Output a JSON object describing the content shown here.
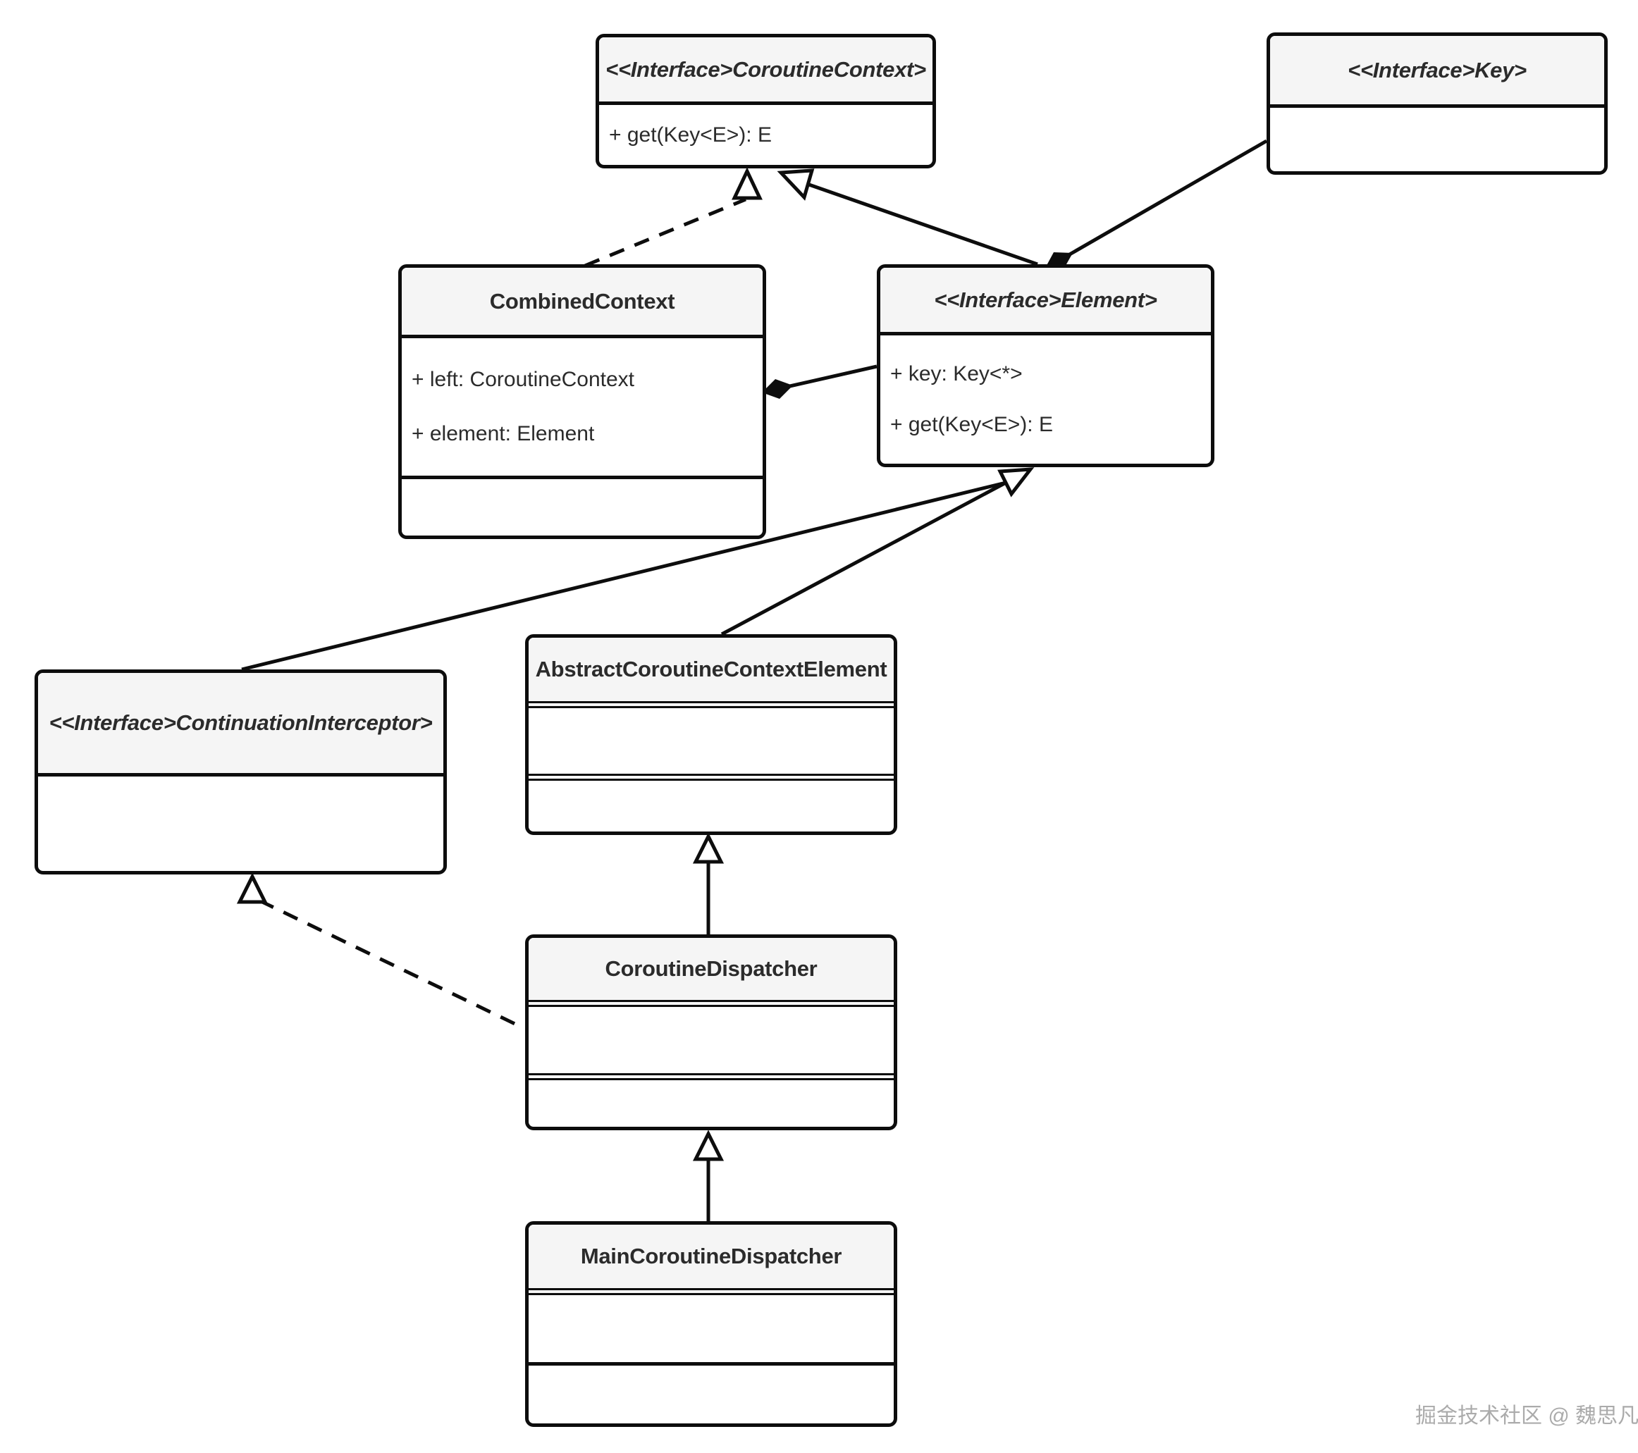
{
  "classes": {
    "coroutine_context": {
      "title": "<<Interface>CoroutineContext>",
      "stereotype": "interface",
      "members": [
        "+ get(Key<E>): E"
      ]
    },
    "key": {
      "title": "<<Interface>Key>",
      "stereotype": "interface",
      "members": []
    },
    "combined_context": {
      "title": "CombinedContext",
      "stereotype": "class",
      "members": [
        "+ left: CoroutineContext",
        "+ element: Element"
      ]
    },
    "element": {
      "title": "<<Interface>Element>",
      "stereotype": "interface",
      "members": [
        "+ key: Key<*>",
        "+ get(Key<E>): E"
      ]
    },
    "continuation_interceptor": {
      "title": "<<Interface>ContinuationInterceptor>",
      "stereotype": "interface",
      "members": []
    },
    "abstract_coroutine_context_element": {
      "title": "AbstractCoroutineContextElement",
      "stereotype": "class",
      "members": []
    },
    "coroutine_dispatcher": {
      "title": "CoroutineDispatcher",
      "stereotype": "class",
      "members": []
    },
    "main_coroutine_dispatcher": {
      "title": "MainCoroutineDispatcher",
      "stereotype": "class",
      "members": []
    }
  },
  "relationships": [
    {
      "from": "CombinedContext",
      "to": "CoroutineContext",
      "type": "realization",
      "line": "dashed",
      "head": "hollow-triangle"
    },
    {
      "from": "Element",
      "to": "CoroutineContext",
      "type": "generalization",
      "line": "solid",
      "head": "hollow-triangle"
    },
    {
      "from": "Element",
      "to": "Key",
      "type": "composition",
      "line": "solid",
      "head": "filled-diamond-at-Element"
    },
    {
      "from": "CombinedContext",
      "to": "Element",
      "type": "composition",
      "line": "solid",
      "head": "filled-diamond-at-CombinedContext"
    },
    {
      "from": "ContinuationInterceptor",
      "to": "Element",
      "type": "generalization",
      "line": "solid",
      "head": "hollow-triangle"
    },
    {
      "from": "AbstractCoroutineContextElement",
      "to": "Element",
      "type": "generalization",
      "line": "solid",
      "head": "hollow-triangle"
    },
    {
      "from": "CoroutineDispatcher",
      "to": "AbstractCoroutineContextElement",
      "type": "generalization",
      "line": "solid",
      "head": "hollow-triangle"
    },
    {
      "from": "CoroutineDispatcher",
      "to": "ContinuationInterceptor",
      "type": "realization",
      "line": "dashed",
      "head": "hollow-triangle"
    },
    {
      "from": "MainCoroutineDispatcher",
      "to": "CoroutineDispatcher",
      "type": "generalization",
      "line": "solid",
      "head": "hollow-triangle"
    }
  ],
  "watermark": "掘金技术社区 @ 魏思凡",
  "colors": {
    "line": "#0d0d0d",
    "header_fill": "#f5f5f5",
    "body_fill": "#ffffff",
    "text": "#2b2b2b",
    "watermark_text": "#ababab"
  }
}
